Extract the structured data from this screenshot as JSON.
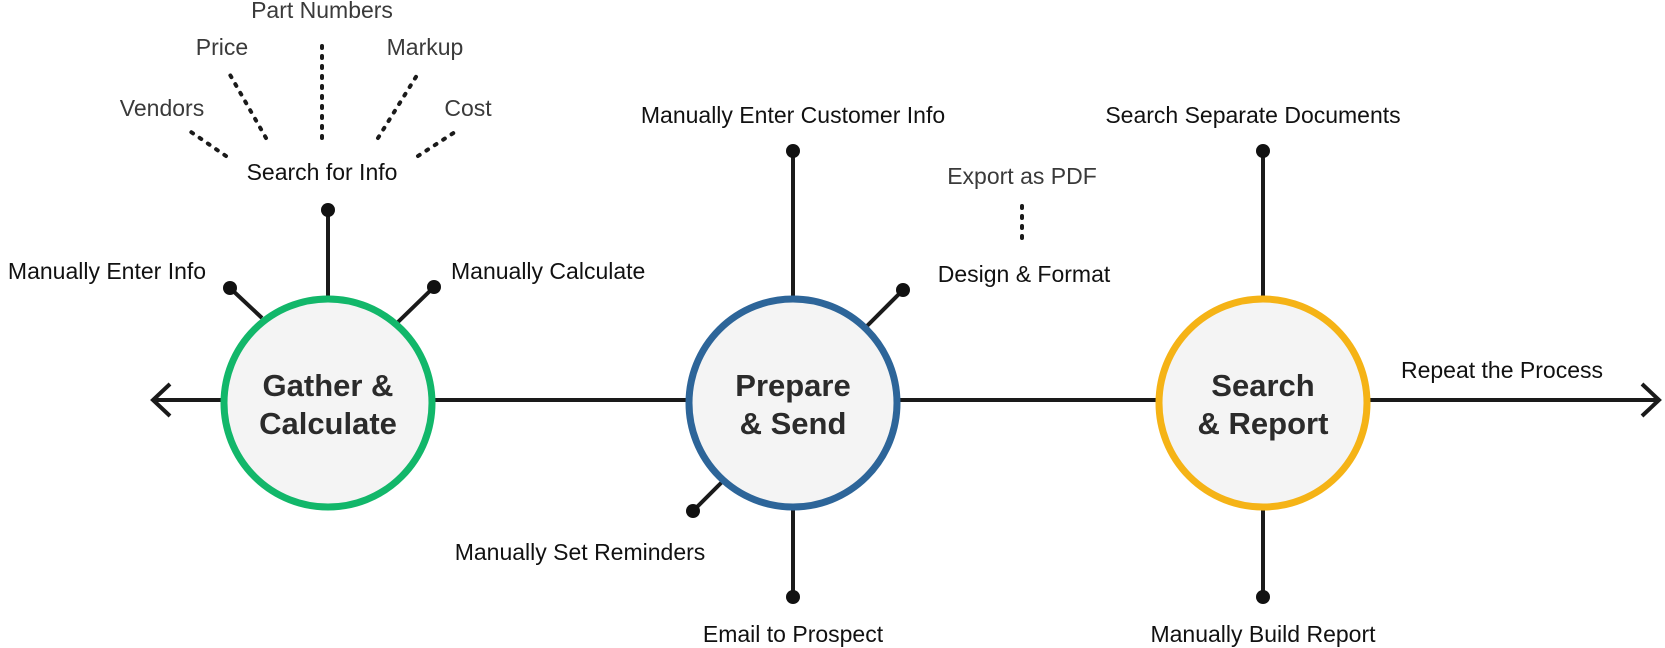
{
  "colors": {
    "gather": "#12b76a",
    "prepare": "#2d6599",
    "report": "#f5b316",
    "hub_fill": "#f4f4f4",
    "line": "#1a1a1a"
  },
  "gather": {
    "title_line1": "Gather &",
    "title_line2": "Calculate",
    "search_info": "Search for Info",
    "sub_vendors": "Vendors",
    "sub_price": "Price",
    "sub_part_numbers": "Part Numbers",
    "sub_markup": "Markup",
    "sub_cost": "Cost",
    "manual_enter": "Manually Enter Info",
    "manual_calc": "Manually Calculate"
  },
  "prepare": {
    "title_line1": "Prepare",
    "title_line2": "& Send",
    "customer_info": "Manually Enter Customer Info",
    "export_pdf": "Export as PDF",
    "design_format": "Design & Format",
    "reminders": "Manually Set Reminders",
    "email": "Email to Prospect"
  },
  "report": {
    "title_line1": "Search",
    "title_line2": "& Report",
    "search_docs": "Search Separate Documents",
    "build_report": "Manually Build Report",
    "repeat": "Repeat the Process"
  }
}
